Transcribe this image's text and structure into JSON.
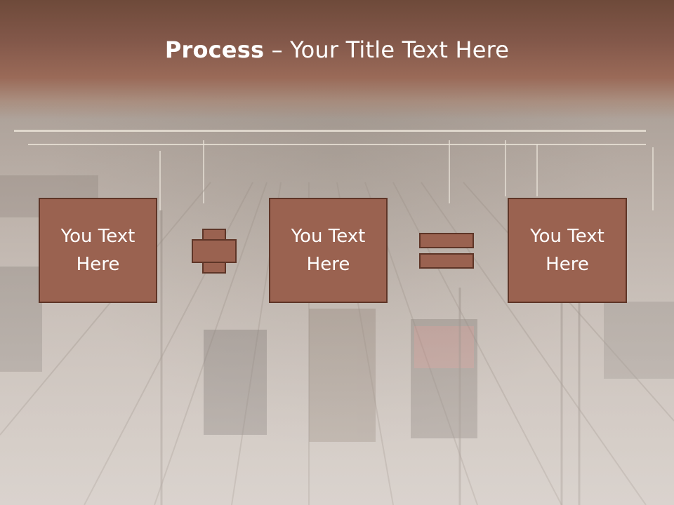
{
  "title": {
    "strong": "Process",
    "separator": " – ",
    "rest": "Your Title Text Here"
  },
  "boxes": [
    {
      "line1": "You Text",
      "line2": "Here"
    },
    {
      "line1": "You Text",
      "line2": "Here"
    },
    {
      "line1": "You Text",
      "line2": "Here"
    }
  ],
  "operators": [
    "plus",
    "equals"
  ],
  "colors": {
    "title_band": "#83584a",
    "box_fill": "#9a6250",
    "box_border": "#5e3527",
    "text": "#ffffff"
  },
  "background": "rail-yard-photo"
}
